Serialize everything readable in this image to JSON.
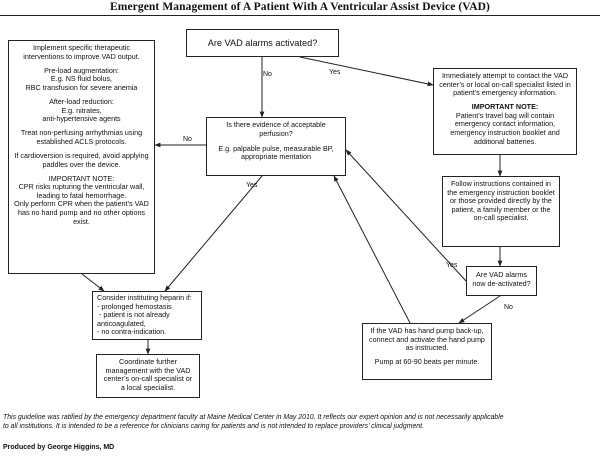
{
  "title": "Emergent Management of A Patient With A Ventricular Assist Device (VAD)",
  "nodes": {
    "start": "Are VAD alarms activated?",
    "left": {
      "intro": "Implement specific therapeutic interventions to improve VAD output.",
      "preload_1": "Pre-load augmentation:",
      "preload_2": "E.g. NS fluid bolus,",
      "preload_3": "RBC transfusion for severe anemia",
      "afterload_1": "After-load reduction:",
      "afterload_2": "E.g. nitrates,",
      "afterload_3": "anti-hypertensive agents",
      "arrhythmia": "Treat non-perfusing arrhythmias using established ACLS protocols.",
      "cardioversion": "If cardioversion is required, avoid applying paddles over the device.",
      "note_heading": "IMPORTANT NOTE:",
      "note_1": "CPR risks rupturing the ventricular wall, leading to fatal hemorrhage.",
      "note_2": "Only perform CPR when the patient’s VAD has no hand pump and no other options exist."
    },
    "perfusion": {
      "question": "Is there evidence of acceptable perfusion?",
      "examples": "E.g. palpable pulse, measurable BP, appropriate mentation"
    },
    "contact": {
      "text": "Immediately attempt to contact the VAD center’s or local on-call specialist listed in patient’s emergency information.",
      "note_heading": "IMPORTANT NOTE:",
      "note": "Patient’s travel bag will contain emergency contact information, emergency instruction booklet and additional batteries."
    },
    "follow": "Follow instructions contained in the emergency instruction booklet or those provided directly by the patient, a family member or the on-call specialist.",
    "deactivated": "Are VAD alarms now de-activated?",
    "handpump": {
      "text": "If the VAD has hand pump back-up, connect and activate the hand pump as instructed.",
      "rate": "Pump at 60-90 beats per minute."
    },
    "heparin": {
      "heading": "Consider instituting heparin if:",
      "item_1": "- prolonged hemostasis",
      "item_2": "- patient is not already",
      "item_2b": "anticoagulated,",
      "item_3": "- no contra-indication."
    },
    "coordinate": "Coordinate further management with the VAD center’s on-call specialist or a local specialist."
  },
  "edge_labels": {
    "start_no": "No",
    "start_yes": "Yes",
    "perfusion_no": "No",
    "perfusion_yes": "Yes",
    "deactivated_yes": "Yes",
    "deactivated_no": "No"
  },
  "footer": {
    "line_1": "This guideline was ratified by the emergency department faculty at Maine Medical Center in May 2010.  It reflects our expert opinion and is not necessarily applicable",
    "line_2": "to all institutions.  It is intended to be a reference for clinicians caring for patients and is not intended to replace providers’ clinical judgment."
  },
  "credit": "Produced by George Higgins, MD"
}
